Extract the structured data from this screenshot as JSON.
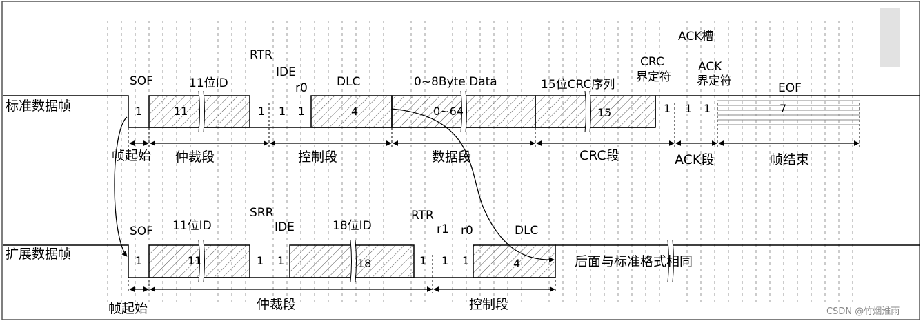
{
  "standard": {
    "row_label": "标准数据帧",
    "sof": "SOF",
    "id_label": "11位ID",
    "rtr": "RTR",
    "ide": "IDE",
    "r0": "r0",
    "dlc": "DLC",
    "data": "0~8Byte Data",
    "crc_seq": "15位CRC序列",
    "crc_delim": [
      "CRC",
      "界定符"
    ],
    "ack_slot": "ACK槽",
    "ack_delim": [
      "ACK",
      "界定符"
    ],
    "eof": "EOF",
    "bits": {
      "sof": "1",
      "id": "11",
      "rtr": "1",
      "ide": "1",
      "r0": "1",
      "dlc": "4",
      "data": "0~64",
      "crc": "15",
      "crc_delim": "1",
      "ack_slot": "1",
      "ack_delim": "1",
      "eof": "7"
    },
    "segments": {
      "sof": "帧起始",
      "arb": "仲裁段",
      "ctrl": "控制段",
      "data": "数据段",
      "crc": "CRC段",
      "ack": "ACK段",
      "eof": "帧结束"
    }
  },
  "extended": {
    "row_label": "扩展数据帧",
    "sof": "SOF",
    "id1_label": "11位ID",
    "srr": "SRR",
    "ide": "IDE",
    "id2_label": "18位ID",
    "rtr": "RTR",
    "r1": "r1",
    "r0": "r0",
    "dlc": "DLC",
    "bits": {
      "sof": "1",
      "id1": "11",
      "srr": "1",
      "ide": "1",
      "id2": "18",
      "rtr": "1",
      "r1": "1",
      "r0": "1",
      "dlc": "4"
    },
    "rest_note": "后面与标准格式相同",
    "segments": {
      "sof": "帧起始",
      "arb": "仲裁段",
      "ctrl": "控制段"
    }
  },
  "watermark": "CSDN @竹烟淮雨"
}
